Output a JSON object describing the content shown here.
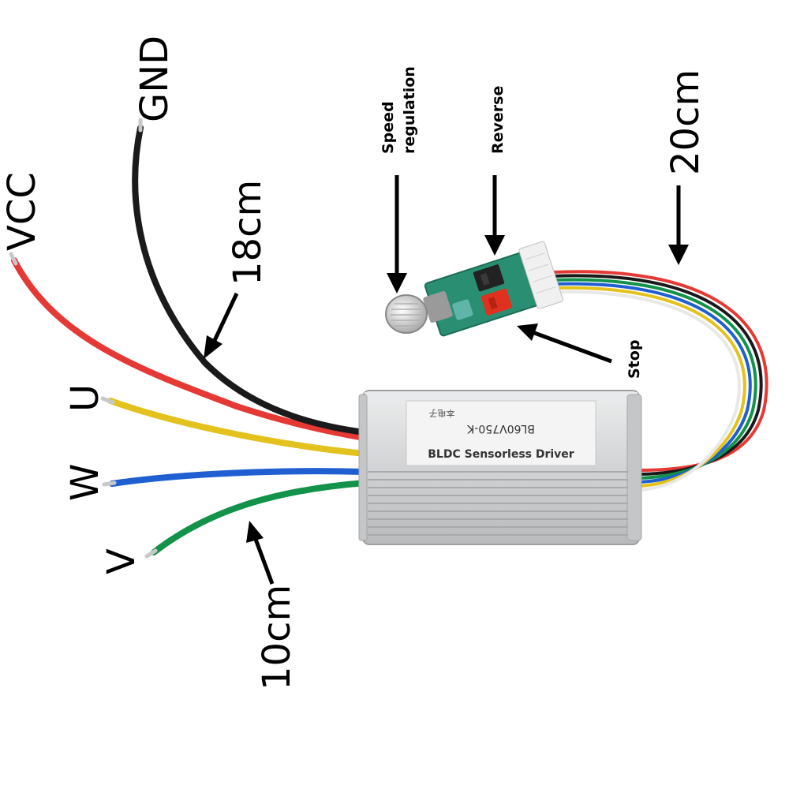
{
  "labels": {
    "gnd": "GND",
    "vcc": "VCC",
    "u": "U",
    "w": "W",
    "v": "V",
    "len_power": "18cm",
    "len_phase": "10cm",
    "len_control": "20cm",
    "speed_line1": "Speed",
    "speed_line2": "regulation",
    "reverse": "Reverse",
    "stop": "Stop"
  },
  "device": {
    "model": "BL60V750-K",
    "brand_mark": "本电子",
    "name": "BLDC Sensorless Driver"
  },
  "wires": {
    "vcc": "#e53935",
    "gnd": "#1a1a1a",
    "u": "#e3c21d",
    "w": "#1f5fd1",
    "v": "#12924a"
  },
  "colors": {
    "housing": "#d7d8da",
    "pcb": "#2a8f72",
    "knob": "#d9d9d9",
    "switch_reverse": "#222222",
    "switch_stop": "#e0301e"
  }
}
